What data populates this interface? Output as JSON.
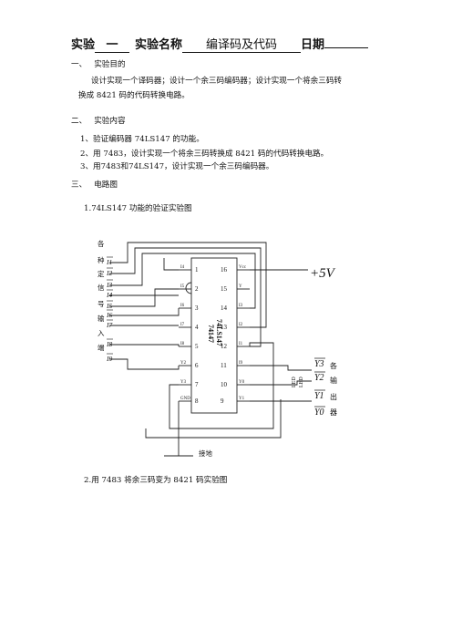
{
  "header": {
    "lab": "实验",
    "lab_no": "一",
    "name_label": "实验名称",
    "name_value": "编译码及代码",
    "date_label": "日期",
    "date_value": ""
  },
  "sections": [
    {
      "num": "一、",
      "title": "实验目的",
      "lines": [
        "设计实现一个译码器；设计一个余三码编码器；设计实现一个将余三码转",
        "换成 8421 码的代码转换电路。"
      ]
    },
    {
      "num": "二、",
      "title": "实验内容",
      "items": [
        "1、验证编码器 74LS147 的功能。",
        "2、用 7483，设计实现一个将余三码转换成 8421 码的代码转换电路。",
        "3、用7483和74LS147，设计实现一个余三码编码器。"
      ]
    },
    {
      "num": "三、",
      "title": "电路图"
    }
  ],
  "figure1": {
    "caption": "1.74LS147 功能的验证实验图",
    "left_label_chars": [
      "各",
      "种",
      "定",
      "信",
      "号",
      "输",
      "入",
      "端"
    ],
    "input_labels": [
      "I1",
      "I2",
      "I3",
      "I4",
      "I5",
      "I6",
      "I7",
      "I8",
      "I9"
    ],
    "chip_text_1": "74147",
    "chip_text_2": "74LS147",
    "pin_top": [
      "16",
      "15",
      "14",
      "13",
      "12",
      "11",
      "10",
      "9"
    ],
    "pin_bottom": [
      "1",
      "2",
      "3",
      "4",
      "5",
      "6",
      "7",
      "8"
    ],
    "pin_names_top": [
      "Vcc",
      "Y",
      "I3",
      "I2",
      "I1",
      "I9",
      "Y0",
      "Y1"
    ],
    "pin_names_bottom": [
      "I4",
      "I5",
      "I6",
      "I7",
      "I8",
      "Y2",
      "Y3",
      "GND"
    ],
    "power_label": "+5V",
    "output_labels": [
      "Y3",
      "Y2",
      "Y1",
      "Y0"
    ],
    "right_label_chars": [
      "各",
      "输",
      "出",
      "器"
    ],
    "led_label": "LED",
    "ground_label": "接地"
  },
  "figure2": {
    "caption": "2.用 7483 将余三码变为 8421 码实验图"
  }
}
